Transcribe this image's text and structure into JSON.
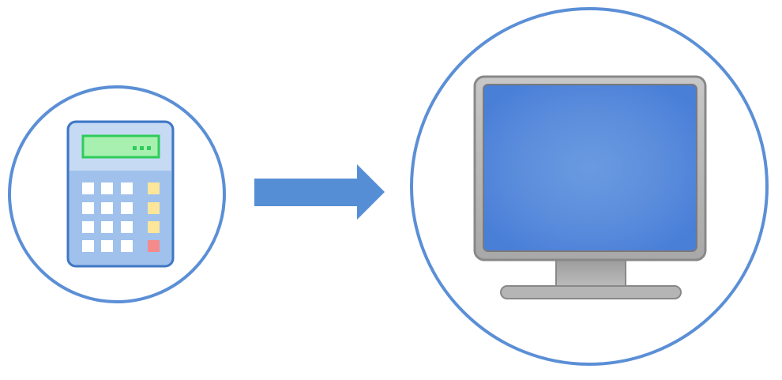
{
  "diagram": {
    "nodes": [
      {
        "id": "calculator",
        "icon": "calculator-icon"
      },
      {
        "id": "computer",
        "icon": "monitor-icon"
      }
    ],
    "edges": [
      {
        "from": "calculator",
        "to": "computer",
        "style": "block-arrow"
      }
    ],
    "colors": {
      "circle_stroke": "#5b8fd6",
      "arrow": "#558ed5",
      "calculator_body": "#9fc1ec",
      "calculator_top": "#c6daf4",
      "calculator_border": "#3f77c4",
      "display": "#a8f0b0",
      "display_border": "#2ecc5a",
      "key": "#ffffff",
      "function_key": "#fbe69a",
      "equals_key": "#f58a8a",
      "monitor_frame": "#9a9a9a",
      "monitor_screen": "#5b8edc"
    }
  }
}
